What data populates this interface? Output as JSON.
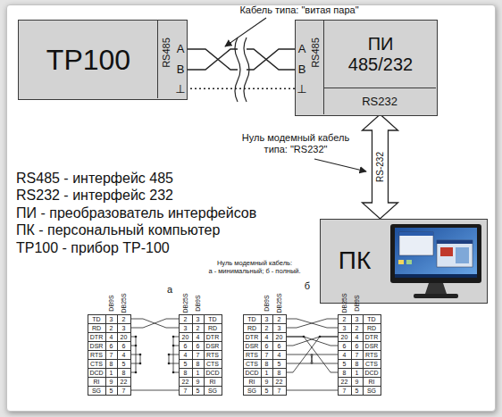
{
  "diagram": {
    "nodes": [
      {
        "text": [
          "ТР100"
        ]
      },
      {
        "text": [
          "RS485"
        ],
        "in": 0
      },
      {
        "text": [
          "ПИ 485/232"
        ]
      },
      {
        "text": [
          "RS485"
        ],
        "in": 2
      },
      {
        "text": [
          "RS232"
        ],
        "in": 2
      },
      {
        "text": [
          "ПК"
        ]
      }
    ],
    "edges": [
      {
        "from": 1,
        "to": 3,
        "arrow": "none"
      },
      {
        "from": 4,
        "to": 5,
        "arrow": "both",
        "label": "RS-232"
      }
    ],
    "labels": [
      "Кабель типа: \"витая пара\"",
      "A",
      "B",
      "⊥",
      "A",
      "B",
      "⊥",
      "Нуль модемный кабель типа: \"RS232\"",
      "RS485 - интерфейс 485",
      "RS232 - интерфейс 232",
      "ПИ - преобразователь интерфейсов",
      "ПК - персональный компьютер",
      "ТР100 - прибор ТР-100",
      "Нуль модемный кабель:",
      "а - минимальный; б - полный.",
      "а",
      "DB9S",
      "DB25S",
      "DB25S",
      "DB9S",
      "TD",
      "3",
      "2",
      "2",
      "3",
      "TD",
      "RD",
      "2",
      "3",
      "3",
      "2",
      "RD",
      "DTR",
      "4",
      "20",
      "20",
      "4",
      "DTR",
      "DSR",
      "6",
      "6",
      "6",
      "6",
      "DSR",
      "RTS",
      "7",
      "4",
      "4",
      "7",
      "RTS",
      "CTS",
      "8",
      "5",
      "5",
      "8",
      "CTS",
      "DCD",
      "1",
      "8",
      "8",
      "1",
      "DCD",
      "RI",
      "9",
      "22",
      "22",
      "9",
      "RI",
      "SG",
      "5",
      "7",
      "7",
      "5",
      "SG",
      "б",
      "DB9S",
      "DB25S",
      "DB25S",
      "DB9S",
      "TD",
      "3",
      "2",
      "2",
      "3",
      "TD",
      "RD",
      "2",
      "3",
      "3",
      "2",
      "RD",
      "DTR",
      "4",
      "20",
      "20",
      "4",
      "DTR",
      "DSR",
      "6",
      "6",
      "6",
      "6",
      "DSR",
      "RTS",
      "7",
      "4",
      "4",
      "7",
      "RTS",
      "CTS",
      "8",
      "5",
      "5",
      "8",
      "CTS",
      "DCD",
      "1",
      "8",
      "8",
      "1",
      "DCD",
      "RI",
      "9",
      "22",
      "22",
      "9",
      "RI",
      "SG",
      "5",
      "7",
      "7",
      "5",
      "SG"
    ]
  }
}
